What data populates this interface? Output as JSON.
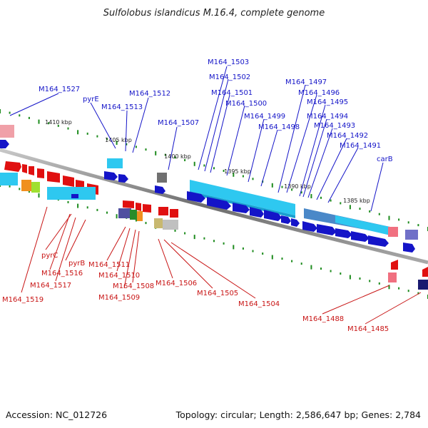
{
  "title": "Sulfolobus islandicus M.16.4, complete genome",
  "footer": {
    "accession": "Accession: NC_012726",
    "topology": "Topology: circular; Length: 2,586,647 bp; Genes: 2,784"
  },
  "ruler_labels": [
    "1410 kbp",
    "1405 kbp",
    "1400 kbp",
    "1395 kbp",
    "1390 kbp",
    "1385 kbp"
  ],
  "upper_labels": [
    "M164_1527",
    "pyrE",
    "M164_1513",
    "M164_1512",
    "M164_1507",
    "M164_1503",
    "M164_1502",
    "M164_1501",
    "M164_1500",
    "M164_1499",
    "M164_1498",
    "M164_1497",
    "M164_1496",
    "M164_1495",
    "M164_1494",
    "M164_1493",
    "M164_1492",
    "M164_1491",
    "carB"
  ],
  "lower_labels": [
    "pyrC",
    "pyrB",
    "M164_1516",
    "M164_1517",
    "M164_1519",
    "M164_1511",
    "M164_1510",
    "M164_1508",
    "M164_1509",
    "M164_1506",
    "M164_1505",
    "M164_1504",
    "M164_1488",
    "M164_1485"
  ],
  "colors": {
    "forward": "#1414c8",
    "reverse": "#c81414",
    "cyan": "#2ec8f0",
    "track": "#808080"
  }
}
